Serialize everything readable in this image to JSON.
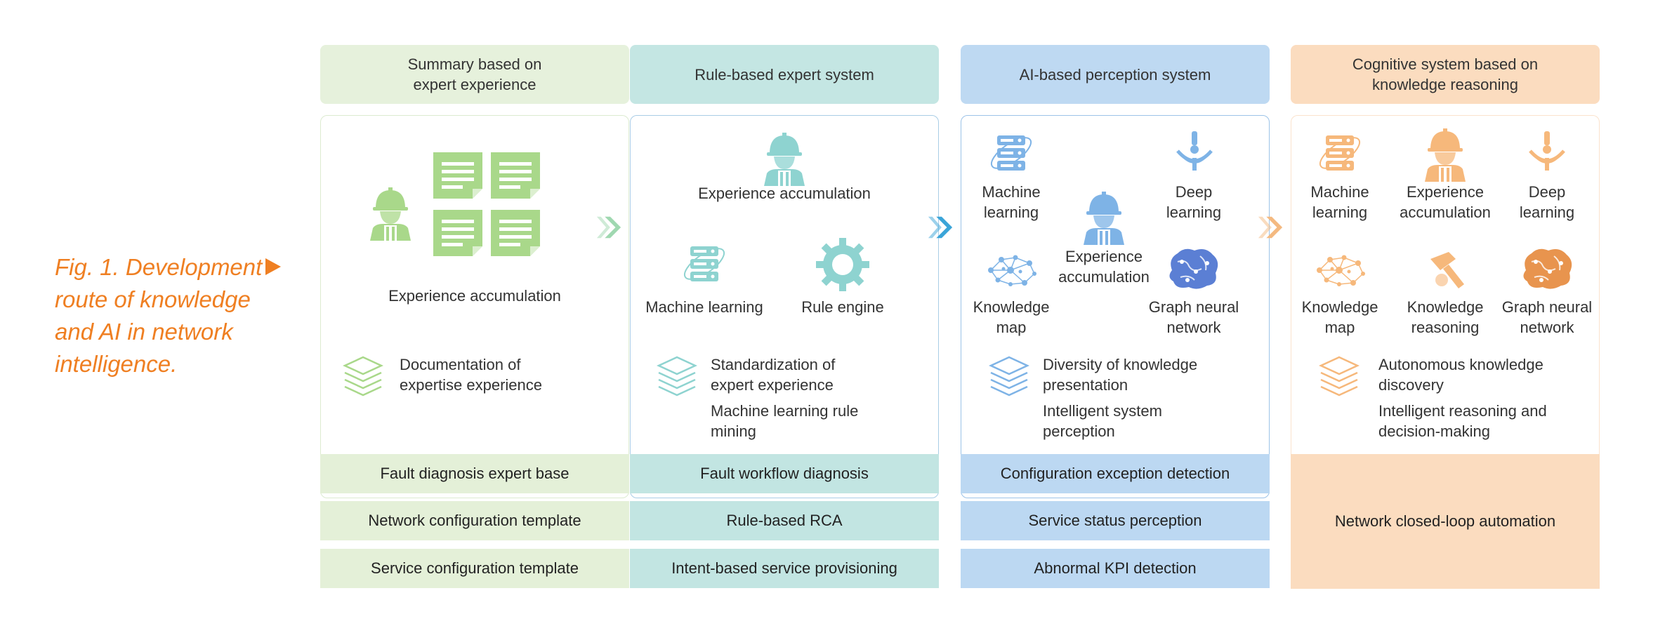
{
  "caption": "Fig. 1. Development route of knowledge and AI in network intelligence.",
  "colors": {
    "caption": "#ef7f22",
    "green_head": "#e6f1dc",
    "green_bar": "#e4f0d8",
    "green_icon": "#a9d88a",
    "teal_head": "#c4e6e3",
    "teal_bar": "#c2e5e2",
    "teal_icon": "#8ed3d0",
    "blue_head": "#bed9f2",
    "blue_bar": "#bcd8f2",
    "blue_icon": "#7eb3e6",
    "orange_head": "#fbdcbf",
    "orange_bar": "#fbdcbf",
    "orange_icon": "#f6b87b"
  },
  "columns": [
    {
      "header": "Summary based on\nexpert experience",
      "labels": {
        "experience": "Experience accumulation",
        "doc": "Documentation of\nexpertise experience"
      },
      "bars": [
        "Fault diagnosis expert base",
        "Network configuration template",
        "Service configuration template"
      ]
    },
    {
      "header": "Rule-based expert system",
      "labels": {
        "experience": "Experience accumulation",
        "ml": "Machine learning",
        "rule": "Rule engine",
        "std1": "Standardization of\nexpert experience",
        "std2": "Machine learning rule\nmining"
      },
      "bars": [
        "Fault workflow diagnosis",
        "Rule-based RCA",
        "Intent-based service provisioning"
      ]
    },
    {
      "header": "AI-based perception system",
      "labels": {
        "ml": "Machine\nlearning",
        "dl": "Deep\nlearning",
        "experience": "Experience\naccumulation",
        "km": "Knowledge\nmap",
        "gnn": "Graph neural\nnetwork",
        "d1": "Diversity of knowledge\npresentation",
        "d2": "Intelligent system\nperception"
      },
      "bars": [
        "Configuration exception detection",
        "Service status perception",
        "Abnormal KPI detection"
      ]
    },
    {
      "header": "Cognitive system based on\nknowledge reasoning",
      "labels": {
        "ml": "Machine\nlearning",
        "experience": "Experience\naccumulation",
        "dl": "Deep\nlearning",
        "km": "Knowledge\nmap",
        "kr": "Knowledge\nreasoning",
        "gnn": "Graph neural\nnetwork",
        "a1": "Autonomous knowledge\ndiscovery",
        "a2": "Intelligent reasoning and\ndecision-making"
      },
      "bars": [
        "Network closed-loop automation"
      ]
    }
  ]
}
